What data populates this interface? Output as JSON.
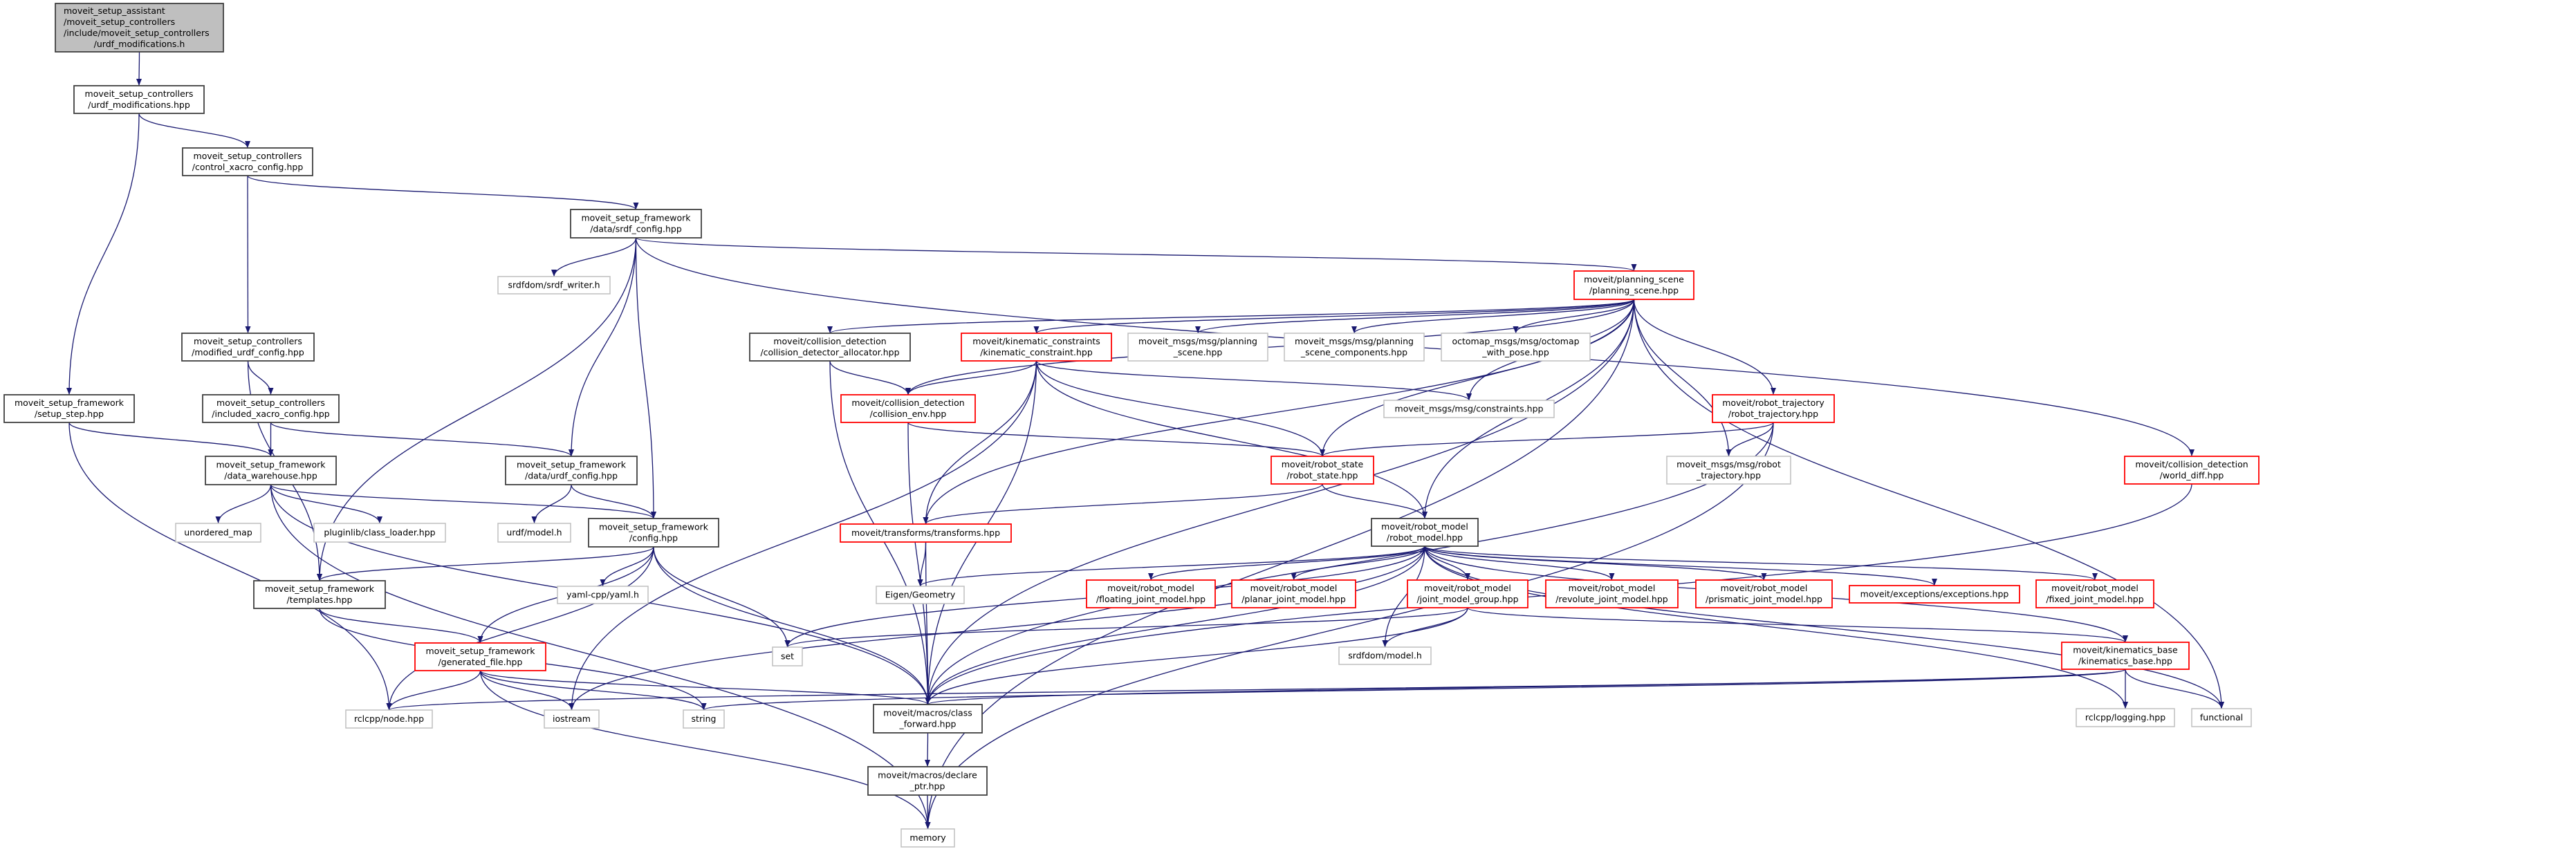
{
  "colors": {
    "edge": "#191970",
    "root_fill": "#bfbfbf",
    "root_border": "#404040",
    "documented_border": "#404040",
    "incomplete_border": "#ff0000",
    "external_border": "#bfbfbf",
    "fill": "#ffffff"
  },
  "nodes": [
    {
      "id": "n0",
      "style": "root",
      "lines": [
        "moveit_setup_assistant",
        "/moveit_setup_controllers",
        "/include/moveit_setup_controllers",
        "/urdf_modifications.h"
      ]
    },
    {
      "id": "n1",
      "style": "documented",
      "lines": [
        "moveit_setup_controllers",
        "/urdf_modifications.hpp"
      ]
    },
    {
      "id": "n2",
      "style": "documented",
      "lines": [
        "moveit_setup_controllers",
        "/control_xacro_config.hpp"
      ]
    },
    {
      "id": "n3",
      "style": "documented",
      "lines": [
        "moveit_setup_framework",
        "/data/srdf_config.hpp"
      ]
    },
    {
      "id": "n4",
      "style": "external",
      "lines": [
        "srdfdom/srdf_writer.h"
      ]
    },
    {
      "id": "n5",
      "style": "documented",
      "lines": [
        "moveit_setup_controllers",
        "/modified_urdf_config.hpp"
      ]
    },
    {
      "id": "n6",
      "style": "documented",
      "lines": [
        "moveit_setup_framework",
        "/setup_step.hpp"
      ]
    },
    {
      "id": "n7",
      "style": "documented",
      "lines": [
        "moveit_setup_controllers",
        "/included_xacro_config.hpp"
      ]
    },
    {
      "id": "n8",
      "style": "documented",
      "lines": [
        "moveit_setup_framework",
        "/data_warehouse.hpp"
      ]
    },
    {
      "id": "n9",
      "style": "documented",
      "lines": [
        "moveit_setup_framework",
        "/data/urdf_config.hpp"
      ]
    },
    {
      "id": "n10",
      "style": "external",
      "lines": [
        "unordered_map"
      ]
    },
    {
      "id": "n11",
      "style": "external",
      "lines": [
        "pluginlib/class_loader.hpp"
      ]
    },
    {
      "id": "n12",
      "style": "external",
      "lines": [
        "urdf/model.h"
      ]
    },
    {
      "id": "n13",
      "style": "documented",
      "lines": [
        "moveit_setup_framework",
        "/config.hpp"
      ]
    },
    {
      "id": "n14",
      "style": "documented",
      "lines": [
        "moveit_setup_framework",
        "/templates.hpp"
      ]
    },
    {
      "id": "n15",
      "style": "external",
      "lines": [
        "yaml-cpp/yaml.h"
      ]
    },
    {
      "id": "n16",
      "style": "incomplete",
      "lines": [
        "moveit_setup_framework",
        "/generated_file.hpp"
      ]
    },
    {
      "id": "n17",
      "style": "external",
      "lines": [
        "rclcpp/node.hpp"
      ]
    },
    {
      "id": "n18",
      "style": "external",
      "lines": [
        "iostream"
      ]
    },
    {
      "id": "n19",
      "style": "external",
      "lines": [
        "string"
      ]
    },
    {
      "id": "n20",
      "style": "external",
      "lines": [
        "set"
      ]
    },
    {
      "id": "n21",
      "style": "documented",
      "lines": [
        "moveit/macros/class",
        "_forward.hpp"
      ]
    },
    {
      "id": "n22",
      "style": "documented",
      "lines": [
        "moveit/macros/declare",
        "_ptr.hpp"
      ]
    },
    {
      "id": "n23",
      "style": "external",
      "lines": [
        "memory"
      ]
    },
    {
      "id": "n24",
      "style": "incomplete",
      "lines": [
        "moveit/transforms/transforms.hpp"
      ]
    },
    {
      "id": "n25",
      "style": "external",
      "lines": [
        "Eigen/Geometry"
      ]
    },
    {
      "id": "n26",
      "style": "incomplete",
      "lines": [
        "moveit/planning_scene",
        "/planning_scene.hpp"
      ]
    },
    {
      "id": "n27",
      "style": "documented",
      "lines": [
        "moveit/collision_detection",
        "/collision_detector_allocator.hpp"
      ]
    },
    {
      "id": "n28",
      "style": "incomplete",
      "lines": [
        "moveit/kinematic_constraints",
        "/kinematic_constraint.hpp"
      ]
    },
    {
      "id": "n29",
      "style": "external",
      "lines": [
        "moveit_msgs/msg/planning",
        "_scene.hpp"
      ]
    },
    {
      "id": "n30",
      "style": "external",
      "lines": [
        "moveit_msgs/msg/planning",
        "_scene_components.hpp"
      ]
    },
    {
      "id": "n31",
      "style": "external",
      "lines": [
        "octomap_msgs/msg/octomap",
        "_with_pose.hpp"
      ]
    },
    {
      "id": "n32",
      "style": "incomplete",
      "lines": [
        "moveit/collision_detection",
        "/collision_env.hpp"
      ]
    },
    {
      "id": "n33",
      "style": "external",
      "lines": [
        "moveit_msgs/msg/constraints.hpp"
      ]
    },
    {
      "id": "n34",
      "style": "incomplete",
      "lines": [
        "moveit/robot_state",
        "/robot_state.hpp"
      ]
    },
    {
      "id": "n35",
      "style": "incomplete",
      "lines": [
        "moveit/robot_trajectory",
        "/robot_trajectory.hpp"
      ]
    },
    {
      "id": "n36",
      "style": "external",
      "lines": [
        "moveit_msgs/msg/robot",
        "_trajectory.hpp"
      ]
    },
    {
      "id": "n37",
      "style": "incomplete",
      "lines": [
        "moveit/collision_detection",
        "/world_diff.hpp"
      ]
    },
    {
      "id": "n38",
      "style": "documented",
      "lines": [
        "moveit/robot_model",
        "/robot_model.hpp"
      ]
    },
    {
      "id": "n39",
      "style": "incomplete",
      "lines": [
        "moveit/robot_model",
        "/floating_joint_model.hpp"
      ]
    },
    {
      "id": "n40",
      "style": "incomplete",
      "lines": [
        "moveit/robot_model",
        "/planar_joint_model.hpp"
      ]
    },
    {
      "id": "n41",
      "style": "incomplete",
      "lines": [
        "moveit/robot_model",
        "/joint_model_group.hpp"
      ]
    },
    {
      "id": "n42",
      "style": "incomplete",
      "lines": [
        "moveit/robot_model",
        "/revolute_joint_model.hpp"
      ]
    },
    {
      "id": "n43",
      "style": "incomplete",
      "lines": [
        "moveit/robot_model",
        "/prismatic_joint_model.hpp"
      ]
    },
    {
      "id": "n44",
      "style": "incomplete",
      "lines": [
        "moveit/exceptions/exceptions.hpp"
      ]
    },
    {
      "id": "n45",
      "style": "incomplete",
      "lines": [
        "moveit/robot_model",
        "/fixed_joint_model.hpp"
      ]
    },
    {
      "id": "n46",
      "style": "external",
      "lines": [
        "srdfdom/model.h"
      ]
    },
    {
      "id": "n47",
      "style": "incomplete",
      "lines": [
        "moveit/kinematics_base",
        "/kinematics_base.hpp"
      ]
    },
    {
      "id": "n48",
      "style": "external",
      "lines": [
        "rclcpp/logging.hpp"
      ]
    },
    {
      "id": "n49",
      "style": "external",
      "lines": [
        "functional"
      ]
    }
  ],
  "edges": [
    [
      "n0",
      "n1"
    ],
    [
      "n1",
      "n2"
    ],
    [
      "n1",
      "n6"
    ],
    [
      "n2",
      "n3"
    ],
    [
      "n2",
      "n5"
    ],
    [
      "n3",
      "n4"
    ],
    [
      "n3",
      "n9"
    ],
    [
      "n3",
      "n13"
    ],
    [
      "n3",
      "n14"
    ],
    [
      "n3",
      "n26"
    ],
    [
      "n3",
      "n37"
    ],
    [
      "n5",
      "n7"
    ],
    [
      "n5",
      "n14"
    ],
    [
      "n6",
      "n8"
    ],
    [
      "n6",
      "n17"
    ],
    [
      "n7",
      "n8"
    ],
    [
      "n7",
      "n9"
    ],
    [
      "n8",
      "n10"
    ],
    [
      "n8",
      "n11"
    ],
    [
      "n8",
      "n13"
    ],
    [
      "n8",
      "n23"
    ],
    [
      "n8",
      "n21"
    ],
    [
      "n9",
      "n12"
    ],
    [
      "n9",
      "n13"
    ],
    [
      "n13",
      "n14"
    ],
    [
      "n13",
      "n15"
    ],
    [
      "n13",
      "n16"
    ],
    [
      "n13",
      "n17"
    ],
    [
      "n13",
      "n20"
    ],
    [
      "n13",
      "n21"
    ],
    [
      "n14",
      "n16"
    ],
    [
      "n14",
      "n19"
    ],
    [
      "n16",
      "n17"
    ],
    [
      "n16",
      "n18"
    ],
    [
      "n16",
      "n19"
    ],
    [
      "n16",
      "n21"
    ],
    [
      "n16",
      "n23"
    ],
    [
      "n21",
      "n22"
    ],
    [
      "n22",
      "n23"
    ],
    [
      "n24",
      "n25"
    ],
    [
      "n24",
      "n21"
    ],
    [
      "n26",
      "n27"
    ],
    [
      "n26",
      "n28"
    ],
    [
      "n26",
      "n29"
    ],
    [
      "n26",
      "n30"
    ],
    [
      "n26",
      "n31"
    ],
    [
      "n26",
      "n32"
    ],
    [
      "n26",
      "n33"
    ],
    [
      "n26",
      "n34"
    ],
    [
      "n26",
      "n35"
    ],
    [
      "n26",
      "n36"
    ],
    [
      "n26",
      "n38"
    ],
    [
      "n26",
      "n24"
    ],
    [
      "n26",
      "n21"
    ],
    [
      "n26",
      "n49"
    ],
    [
      "n26",
      "n23"
    ],
    [
      "n27",
      "n32"
    ],
    [
      "n27",
      "n21"
    ],
    [
      "n28",
      "n32"
    ],
    [
      "n28",
      "n33"
    ],
    [
      "n28",
      "n34"
    ],
    [
      "n28",
      "n38"
    ],
    [
      "n28",
      "n24"
    ],
    [
      "n28",
      "n18"
    ],
    [
      "n28",
      "n21"
    ],
    [
      "n32",
      "n34"
    ],
    [
      "n32",
      "n21"
    ],
    [
      "n34",
      "n38"
    ],
    [
      "n34",
      "n24"
    ],
    [
      "n35",
      "n34"
    ],
    [
      "n35",
      "n36"
    ],
    [
      "n35",
      "n23"
    ],
    [
      "n35",
      "n21"
    ],
    [
      "n37",
      "n21"
    ],
    [
      "n38",
      "n25"
    ],
    [
      "n38",
      "n39"
    ],
    [
      "n38",
      "n40"
    ],
    [
      "n38",
      "n41"
    ],
    [
      "n38",
      "n42"
    ],
    [
      "n38",
      "n43"
    ],
    [
      "n38",
      "n44"
    ],
    [
      "n38",
      "n45"
    ],
    [
      "n38",
      "n46"
    ],
    [
      "n38",
      "n21"
    ],
    [
      "n38",
      "n20"
    ],
    [
      "n38",
      "n18"
    ],
    [
      "n38",
      "n47"
    ],
    [
      "n38",
      "n48"
    ],
    [
      "n38",
      "n49"
    ],
    [
      "n41",
      "n46"
    ],
    [
      "n41",
      "n20"
    ],
    [
      "n41",
      "n21"
    ],
    [
      "n41",
      "n47"
    ],
    [
      "n47",
      "n48"
    ],
    [
      "n47",
      "n49"
    ],
    [
      "n47",
      "n17"
    ],
    [
      "n47",
      "n19"
    ],
    [
      "n47",
      "n21"
    ]
  ]
}
